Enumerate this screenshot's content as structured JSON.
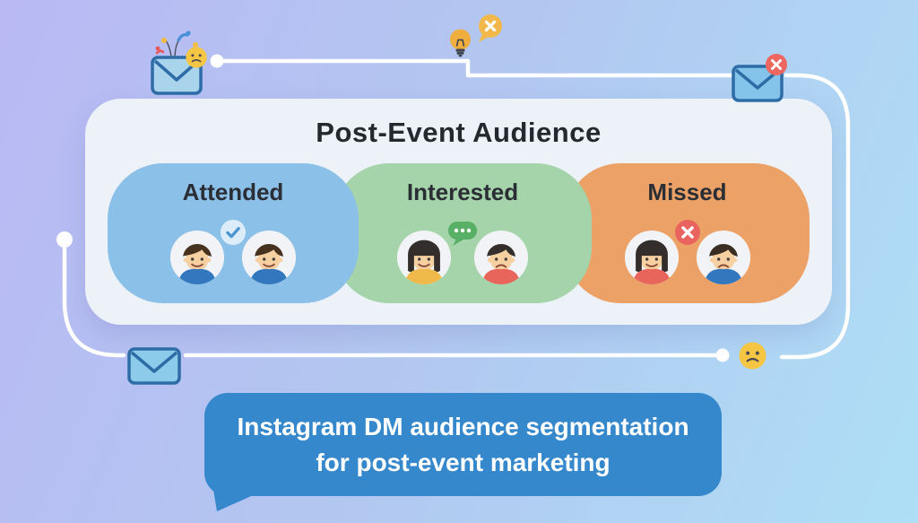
{
  "title": "Post-Event Audience",
  "segments": [
    {
      "label": "Attended",
      "bg": "#8bc0e8",
      "badge": "check-icon",
      "badge_color": "#4a94d0",
      "people": [
        {
          "gender": "male",
          "expression": "smile",
          "hair": "#46321f",
          "shirt": "#3377bf"
        },
        {
          "gender": "male",
          "expression": "smile",
          "hair": "#46321f",
          "shirt": "#3377bf"
        }
      ]
    },
    {
      "label": "Interested",
      "bg": "#a5d4ab",
      "badge": "chat-dots-icon",
      "badge_color": "#57b066",
      "people": [
        {
          "gender": "female",
          "expression": "smile",
          "hair": "#332e2b",
          "shirt": "#efba4a"
        },
        {
          "gender": "male",
          "expression": "frown",
          "hair": "#332e2b",
          "shirt": "#e8655b"
        }
      ]
    },
    {
      "label": "Missed",
      "bg": "#eca266",
      "badge": "x-mark-icon",
      "badge_color": "#e9645e",
      "people": [
        {
          "gender": "female",
          "expression": "smile",
          "hair": "#332e2b",
          "shirt": "#e8655b"
        },
        {
          "gender": "male",
          "expression": "frown",
          "hair": "#3a2d22",
          "shirt": "#3377bf"
        }
      ]
    }
  ],
  "callout": {
    "line1": "Instagram DM audience segmentation",
    "line2": "for post-event marketing",
    "bg": "#3688cc",
    "text_color": "#ffffff"
  },
  "colors": {
    "background_from": "#b9b9f4",
    "background_to": "#aedff6",
    "card_bg": "#edf2f9",
    "connector_line": "#ffffff",
    "envelope_fill": "#8ccbe9",
    "envelope_stroke": "#2d6ca6",
    "emoji_yellow": "#f5c544",
    "alert_red": "#ed6660",
    "bulb_yellow": "#efae3e",
    "skin": "#f7d0a1"
  },
  "icons": {
    "top_left": [
      "envelope-confetti-icon",
      "sad-emoji-icon"
    ],
    "top_middle": [
      "lightbulb-icon",
      "x-bubble-icon"
    ],
    "top_right": [
      "envelope-x-icon"
    ],
    "bottom_left": [
      "envelope-icon"
    ],
    "bottom_right": [
      "sad-emoji-icon"
    ]
  }
}
